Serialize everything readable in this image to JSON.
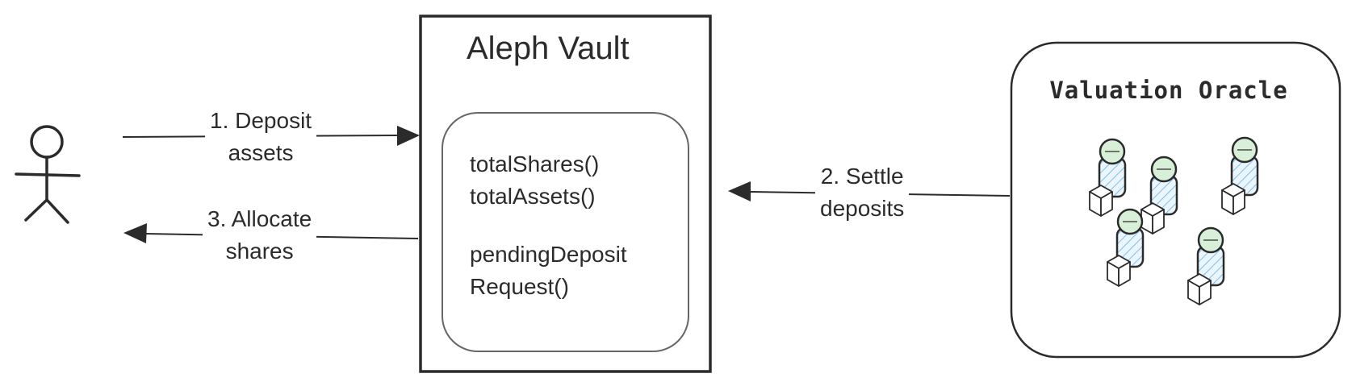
{
  "vault": {
    "title": "Aleph Vault",
    "methods": {
      "line1": "totalShares()",
      "line2": "totalAssets()",
      "line3": "pendingDeposit",
      "line4": "Request()"
    }
  },
  "oracle": {
    "title": "Valuation Oracle",
    "icon": "group-of-validators-icon"
  },
  "arrows": {
    "deposit": {
      "line1": "1. Deposit",
      "line2": "assets"
    },
    "settle": {
      "line1": "2. Settle",
      "line2": "deposits"
    },
    "allocate": {
      "line1": "3. Allocate",
      "line2": "shares"
    }
  },
  "actor": {
    "icon": "stick-figure-user-icon"
  },
  "colors": {
    "stroke": "#2b2b2b",
    "head_fill": "#d8efd8",
    "body_fill": "#cfe8fb",
    "hatch": "#7fbfee"
  }
}
